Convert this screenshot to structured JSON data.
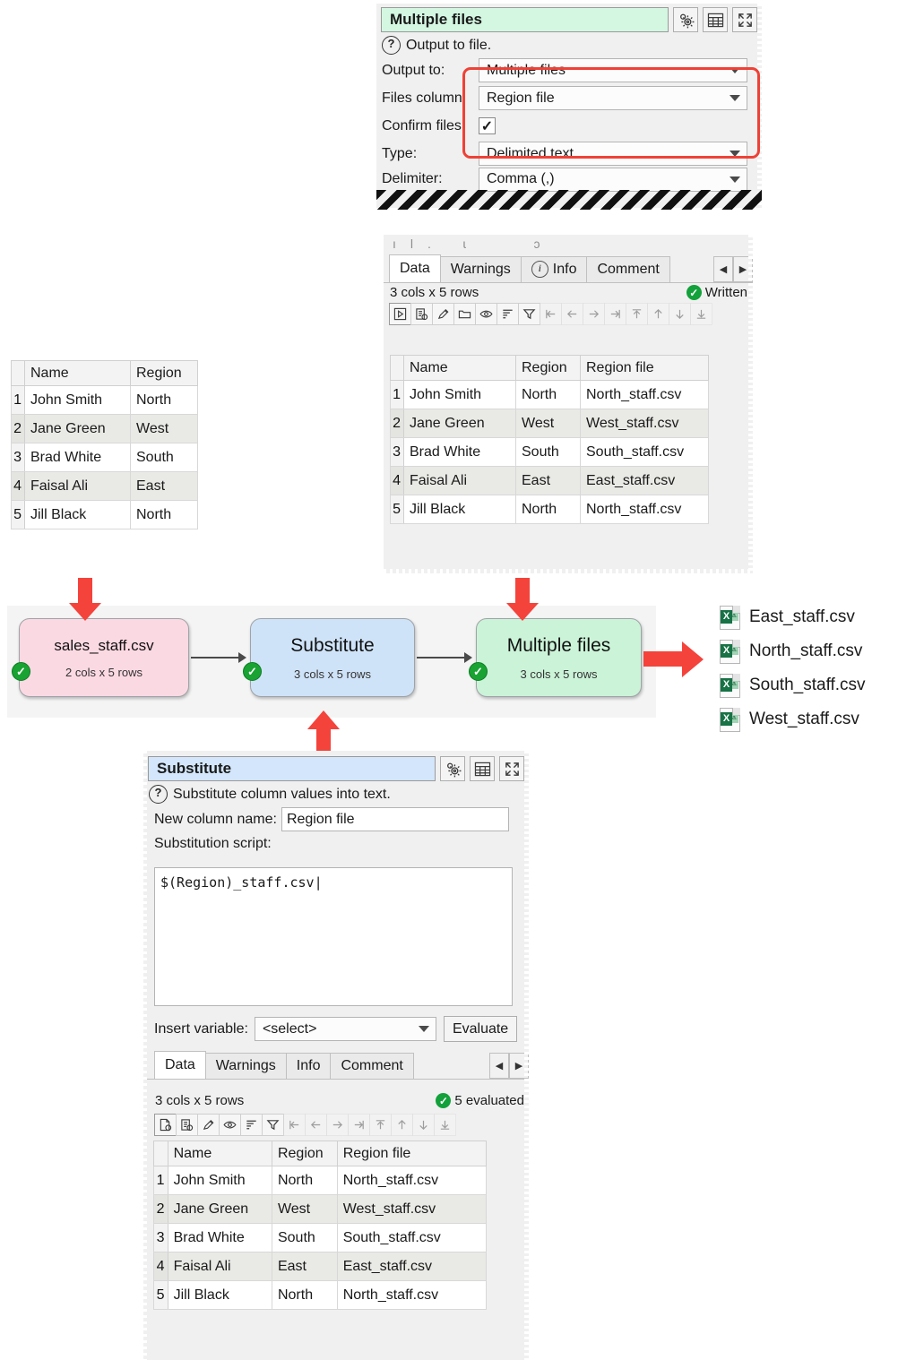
{
  "output_dialog": {
    "title": "Multiple files",
    "title_buttons": [
      "settings-gear-icon",
      "table-icon",
      "expand-icon"
    ],
    "help_text": "Output to file.",
    "rows": [
      {
        "label": "Output to:",
        "type": "combo",
        "value": "Multiple files"
      },
      {
        "label": "Files column:",
        "type": "combo",
        "value": "Region file"
      },
      {
        "label": "Confirm files:",
        "type": "checkbox",
        "value": "✓"
      },
      {
        "label": "Type:",
        "type": "combo",
        "value": "Delimited text"
      },
      {
        "label": "Delimiter:",
        "type": "combo",
        "value": "Comma (,)"
      }
    ]
  },
  "output_table_panel": {
    "tabs": [
      {
        "label": "Data",
        "selected": true
      },
      {
        "label": "Warnings",
        "selected": false
      },
      {
        "label": "Info",
        "selected": false,
        "icon": "info-icon"
      },
      {
        "label": "Comment",
        "selected": false
      }
    ],
    "nav": {
      "prev": "◀",
      "next": "▶"
    },
    "status": "3 cols x 5 rows",
    "state": "Written",
    "toolbar_icons": [
      "run-icon",
      "paste-icon",
      "edit-icon",
      "folder-icon",
      "eye-icon",
      "sort-icon",
      "filter-icon",
      "first-col-icon",
      "prev-col-icon",
      "next-col-icon",
      "last-col-icon",
      "first-row-icon",
      "prev-row-icon",
      "next-row-icon",
      "last-row-icon"
    ],
    "columns": [
      "Name",
      "Region",
      "Region file"
    ],
    "rows": [
      {
        "n": "1",
        "Name": "John Smith",
        "Region": "North",
        "Region file": "North_staff.csv"
      },
      {
        "n": "2",
        "Name": "Jane Green",
        "Region": "West",
        "Region file": "West_staff.csv"
      },
      {
        "n": "3",
        "Name": "Brad White",
        "Region": "South",
        "Region file": "South_staff.csv"
      },
      {
        "n": "4",
        "Name": "Faisal Ali",
        "Region": "East",
        "Region file": "East_staff.csv"
      },
      {
        "n": "5",
        "Name": "Jill Black",
        "Region": "North",
        "Region file": "North_staff.csv"
      }
    ]
  },
  "source_table_panel": {
    "columns": [
      "Name",
      "Region"
    ],
    "rows": [
      {
        "n": "1",
        "Name": "John Smith",
        "Region": "North"
      },
      {
        "n": "2",
        "Name": "Jane Green",
        "Region": "West"
      },
      {
        "n": "3",
        "Name": "Brad White",
        "Region": "South"
      },
      {
        "n": "4",
        "Name": "Faisal Ali",
        "Region": "East"
      },
      {
        "n": "5",
        "Name": "Jill Black",
        "Region": "North"
      }
    ]
  },
  "flow": {
    "nodes": [
      {
        "name": "sales_staff.csv",
        "sub": "2 cols x 5 rows",
        "color": "#fbd9e3",
        "status": "✓"
      },
      {
        "name": "Substitute",
        "sub": "3 cols x 5 rows",
        "color": "#cfe3f8",
        "status": "✓"
      },
      {
        "name": "Multiple files",
        "sub": "3 cols x 5 rows",
        "color": "#cbf3d8",
        "status": "✓"
      }
    ]
  },
  "files_output": {
    "items": [
      {
        "label": "East_staff.csv",
        "icon": "excel-file-icon"
      },
      {
        "label": "North_staff.csv",
        "icon": "excel-file-icon"
      },
      {
        "label": "South_staff.csv",
        "icon": "excel-file-icon"
      },
      {
        "label": "West_staff.csv",
        "icon": "excel-file-icon"
      }
    ]
  },
  "substitute_dialog": {
    "title": "Substitute",
    "help_text": "Substitute column values into text.",
    "new_column_label": "New column name:",
    "new_column_value": "Region file",
    "script_label": "Substitution script:",
    "script_value": "$(Region)_staff.csv",
    "insert_variable_label": "Insert variable:",
    "insert_variable_value": "<select>",
    "evaluate_label": "Evaluate",
    "tabs": [
      {
        "label": "Data",
        "selected": true
      },
      {
        "label": "Warnings",
        "selected": false
      },
      {
        "label": "Info",
        "selected": false
      },
      {
        "label": "Comment",
        "selected": false
      }
    ],
    "status": "3 cols x 5 rows",
    "state": "5 evaluated",
    "toolbar_icons": [
      "new-file-icon",
      "paste-icon",
      "edit-icon",
      "eye-icon",
      "sort-icon",
      "filter-icon",
      "first-col-icon",
      "prev-col-icon",
      "next-col-icon",
      "last-col-icon",
      "first-row-icon",
      "prev-row-icon",
      "next-row-icon",
      "last-row-icon"
    ],
    "columns": [
      "Name",
      "Region",
      "Region file"
    ],
    "highlight_column": "Region file",
    "rows": [
      {
        "n": "1",
        "Name": "John Smith",
        "Region": "North",
        "Region file": "North_staff.csv"
      },
      {
        "n": "2",
        "Name": "Jane Green",
        "Region": "West",
        "Region file": "West_staff.csv"
      },
      {
        "n": "3",
        "Name": "Brad White",
        "Region": "South",
        "Region file": "South_staff.csv"
      },
      {
        "n": "4",
        "Name": "Faisal Ali",
        "Region": "East",
        "Region file": "East_staff.csv"
      },
      {
        "n": "5",
        "Name": "Jill Black",
        "Region": "North",
        "Region file": "North_staff.csv"
      }
    ]
  },
  "colors": {
    "arrow_red": "#f4433b",
    "highlight_box": "#ef4136",
    "highlight_cell": "#ffff61",
    "status_green": "#12a13a"
  }
}
